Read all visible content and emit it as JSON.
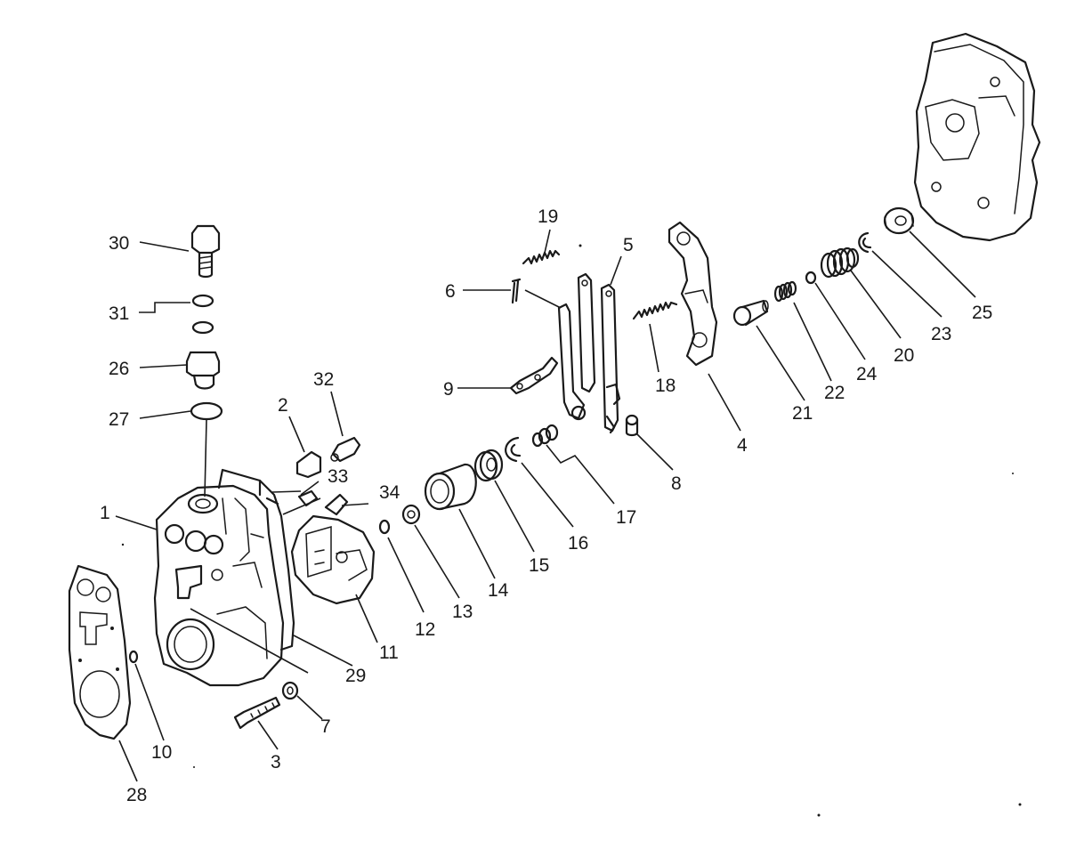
{
  "callouts": [
    {
      "id": "c1",
      "text": "1"
    },
    {
      "id": "c2",
      "text": "2"
    },
    {
      "id": "c3",
      "text": "3"
    },
    {
      "id": "c4",
      "text": "4"
    },
    {
      "id": "c5",
      "text": "5"
    },
    {
      "id": "c6",
      "text": "6"
    },
    {
      "id": "c7",
      "text": "7"
    },
    {
      "id": "c8",
      "text": "8"
    },
    {
      "id": "c9",
      "text": "9"
    },
    {
      "id": "c10",
      "text": "10"
    },
    {
      "id": "c11",
      "text": "11"
    },
    {
      "id": "c12",
      "text": "12"
    },
    {
      "id": "c13",
      "text": "13"
    },
    {
      "id": "c14",
      "text": "14"
    },
    {
      "id": "c15",
      "text": "15"
    },
    {
      "id": "c16",
      "text": "16"
    },
    {
      "id": "c17",
      "text": "17"
    },
    {
      "id": "c18",
      "text": "18"
    },
    {
      "id": "c19",
      "text": "19"
    },
    {
      "id": "c20",
      "text": "20"
    },
    {
      "id": "c21",
      "text": "21"
    },
    {
      "id": "c22",
      "text": "22"
    },
    {
      "id": "c23",
      "text": "23"
    },
    {
      "id": "c24",
      "text": "24"
    },
    {
      "id": "c25",
      "text": "25"
    },
    {
      "id": "c26",
      "text": "26"
    },
    {
      "id": "c27",
      "text": "27"
    },
    {
      "id": "c28",
      "text": "28"
    },
    {
      "id": "c29",
      "text": "29"
    },
    {
      "id": "c30",
      "text": "30"
    },
    {
      "id": "c31",
      "text": "31"
    },
    {
      "id": "c32",
      "text": "32"
    },
    {
      "id": "c33",
      "text": "33"
    },
    {
      "id": "c34",
      "text": "34"
    }
  ]
}
